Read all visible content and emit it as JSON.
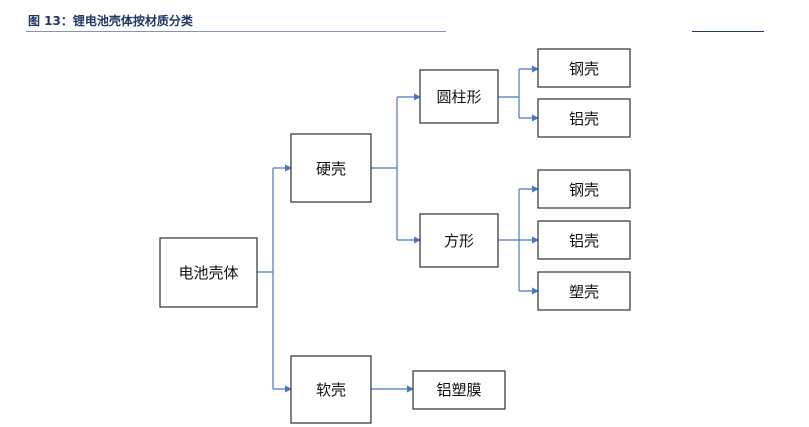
{
  "header": {
    "top_clip": "",
    "figure_title": "图 13：锂电池壳体按材质分类"
  },
  "diagram": {
    "nodes": {
      "root": "电池壳体",
      "hard": "硬壳",
      "soft": "软壳",
      "cylinder": "圆柱形",
      "square": "方形",
      "cyl_steel": "钢壳",
      "cyl_alu": "铝壳",
      "sq_steel": "钢壳",
      "sq_alu": "铝壳",
      "sq_plastic": "塑壳",
      "alu_film": "铝塑膜"
    },
    "colors": {
      "edge": "#4a77c4",
      "border": "#2f2f2f",
      "title": "#1f3864"
    }
  }
}
